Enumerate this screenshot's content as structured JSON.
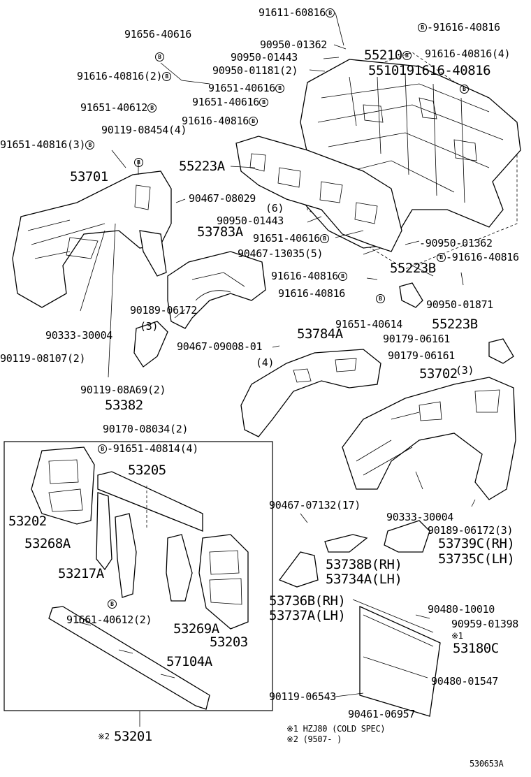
{
  "bolt_marker": "B",
  "figure_code": "530653A",
  "labels": {
    "l01": "91611-60816",
    "l02": "91656-40616",
    "l03": "90950-01362",
    "l04": "-91616-40816",
    "l05": "90950-01443",
    "l06": "55210",
    "l07": "91616-40816(4)",
    "l08": "90950-01181(2)",
    "l09": "5510191616-40816",
    "l10": "91616-40816(2)",
    "l11": "91651-40616",
    "l12": "91651-40612",
    "l13": "91651-40616",
    "l14": "91616-40816",
    "l15": "90119-08454(4)",
    "l16": "91651-40816(3)",
    "l17": "55223A",
    "l18": "53701",
    "l19": "90467-08029",
    "l20": "(6)",
    "l21": "90950-01443",
    "l22": "53783A",
    "l23": "91651-40616",
    "l24": "-90950-01362",
    "l25": "90467-13035(5)",
    "l26": "91616-40816",
    "l27": "55223B",
    "l28": "-91616-40816",
    "l29": "91616-40816",
    "l30": "90189-06172",
    "l31": "90950-01871",
    "l32": "(3)",
    "l33": "91651-40614",
    "l34": "55223B",
    "l35": "90333-30004",
    "l36": "90179-06161",
    "l37": "53784A",
    "l38": "90467-09008-01",
    "l39": "90179-06161",
    "l40": "90119-08107(2)",
    "l41": "(4)",
    "l42": "(3)",
    "l43": "53702",
    "l44": "90119-08A69(2)",
    "l45": "53382",
    "l46": "90170-08034(2)",
    "l47": "-91651-40814(4)",
    "l48": "53205",
    "l49": "90467-07132(17)",
    "l50": "53202",
    "l51": "90333-30004",
    "l52": "90189-06172(3)",
    "l53": "53268A",
    "l54": "53739C(RH)",
    "l55": "53738B(RH)",
    "l56": "53735C(LH)",
    "l57": "53217A",
    "l58": "53734A(LH)",
    "l59": "53736B(RH)",
    "l60": "90480-10010",
    "l61": "53737A(LH)",
    "l62": "90959-01398",
    "l63": "91661-40612(2)",
    "l64": "※1",
    "l65": "53269A",
    "l66": "53180C",
    "l67": "53203",
    "l68": "57104A",
    "l69": "90480-01547",
    "l70": "90119-06543",
    "l71": "90461-06957",
    "l72": "※2",
    "l73": "53201",
    "l74": "※1 HZJ80 (COLD SPEC)",
    "l75": "※2 (9507-        )"
  }
}
